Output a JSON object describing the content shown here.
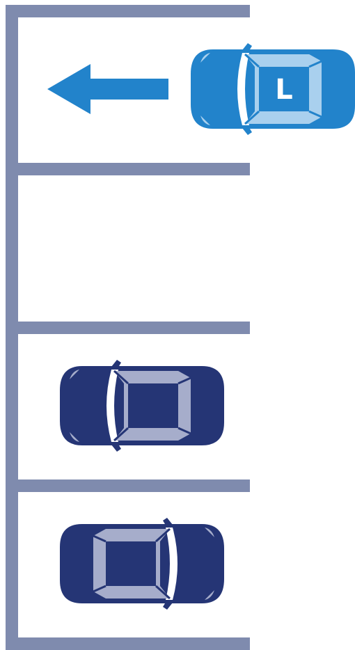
{
  "diagram": {
    "background_color": "#ffffff",
    "line_color": "#7f8bae",
    "parking_bays": 4,
    "arrow": {
      "direction": "left",
      "color": "#2283cb",
      "icon": "arrow-left-icon"
    },
    "cars": [
      {
        "id": "learner-car",
        "icon": "car-top-view-icon",
        "status": "moving",
        "facing": "left",
        "body_color": "#2283cb",
        "roof_color": "#2283cb",
        "glass_color": "#a9d0ee",
        "plate_text": "L"
      },
      {
        "id": "parked-car-1",
        "icon": "car-top-view-icon",
        "status": "parked",
        "facing": "left",
        "body_color": "#253575",
        "roof_color": "#253575",
        "glass_color": "#a6adcb"
      },
      {
        "id": "parked-car-2",
        "icon": "car-top-view-icon",
        "status": "parked",
        "facing": "right",
        "body_color": "#253575",
        "roof_color": "#253575",
        "glass_color": "#a6adcb"
      }
    ]
  }
}
